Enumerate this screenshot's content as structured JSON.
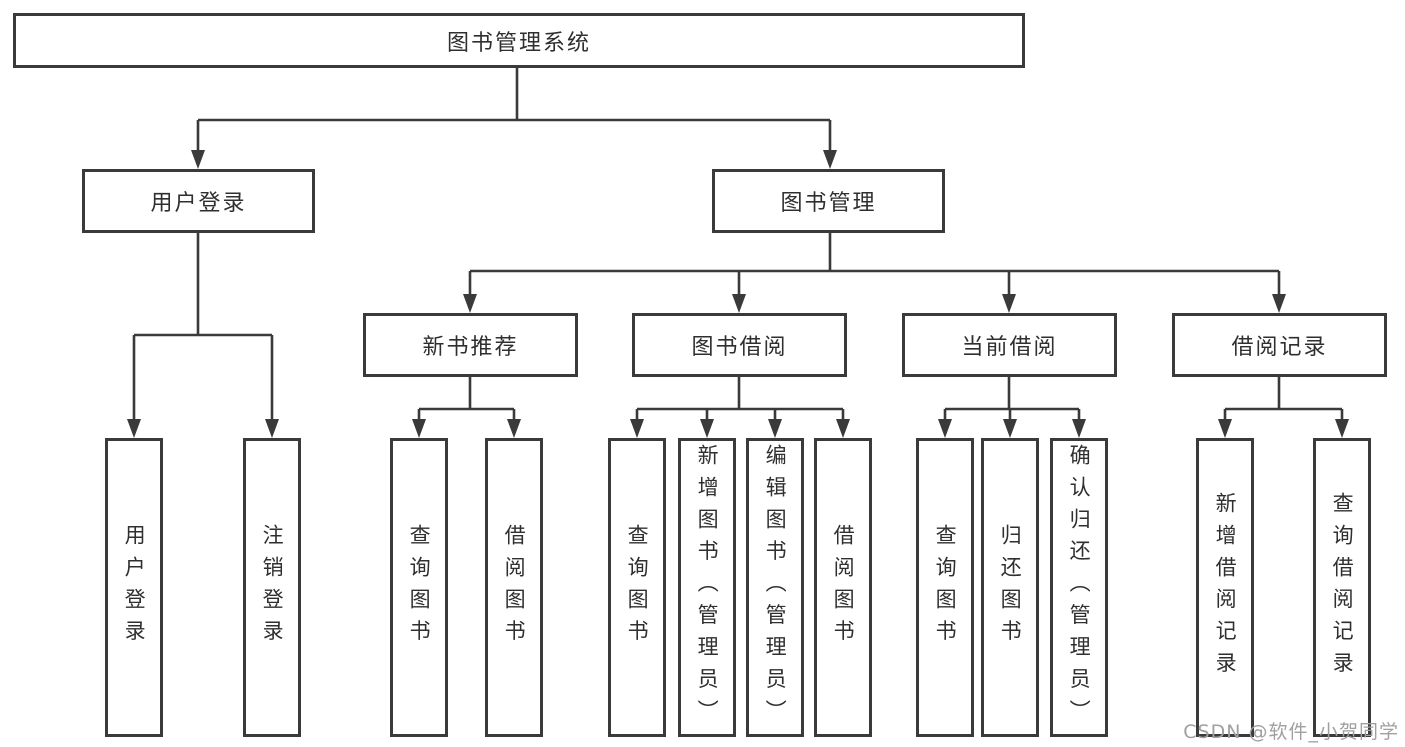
{
  "diagram": {
    "root": {
      "label": "图书管理系统"
    },
    "branches": [
      {
        "label": "用户登录",
        "children": [
          {
            "label": "用户登录"
          },
          {
            "label": "注销登录"
          }
        ]
      },
      {
        "label": "图书管理",
        "groups": [
          {
            "label": "新书推荐",
            "children": [
              {
                "label": "查询图书"
              },
              {
                "label": "借阅图书"
              }
            ]
          },
          {
            "label": "图书借阅",
            "children": [
              {
                "label": "查询图书"
              },
              {
                "label": "新增图书（管理员）"
              },
              {
                "label": "编辑图书（管理员）"
              },
              {
                "label": "借阅图书"
              }
            ]
          },
          {
            "label": "当前借阅",
            "children": [
              {
                "label": "查询图书"
              },
              {
                "label": "归还图书"
              },
              {
                "label": "确认归还（管理员）"
              }
            ]
          },
          {
            "label": "借阅记录",
            "children": [
              {
                "label": "新增借阅记录"
              },
              {
                "label": "查询借阅记录"
              }
            ]
          }
        ]
      }
    ]
  },
  "watermark": {
    "text": "CSDN @软件_小贺同学"
  },
  "colors": {
    "line": "#3a3a3a",
    "text": "#2f2f2f",
    "watermark": "#a0a0a0",
    "background": "#ffffff"
  }
}
